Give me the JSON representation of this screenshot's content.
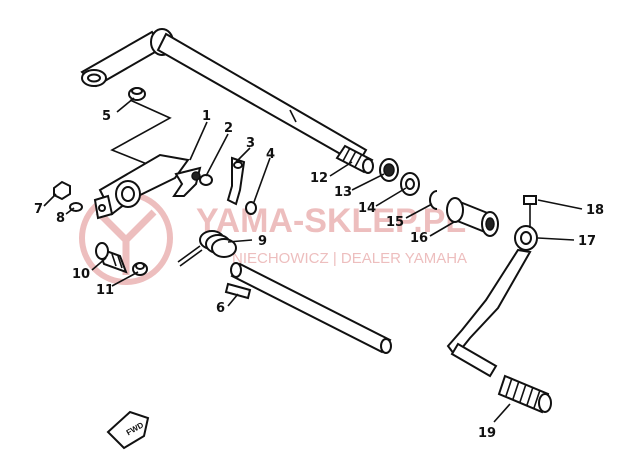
{
  "parts": [
    {
      "num": "1"
    },
    {
      "num": "2"
    },
    {
      "num": "3"
    },
    {
      "num": "4"
    },
    {
      "num": "5"
    },
    {
      "num": "6"
    },
    {
      "num": "7"
    },
    {
      "num": "8"
    },
    {
      "num": "9"
    },
    {
      "num": "10"
    },
    {
      "num": "11"
    },
    {
      "num": "12"
    },
    {
      "num": "13"
    },
    {
      "num": "14"
    },
    {
      "num": "15"
    },
    {
      "num": "16"
    },
    {
      "num": "17"
    },
    {
      "num": "18"
    },
    {
      "num": "19"
    }
  ],
  "fwd_label": "FWD",
  "watermark": {
    "brand": "YAMA-SKLEP.PL",
    "dealer": "NIECHOWICZ | DEALER YAMAHA"
  },
  "colors": {
    "ink": "#111111",
    "watermark": "#e8a9a9"
  }
}
